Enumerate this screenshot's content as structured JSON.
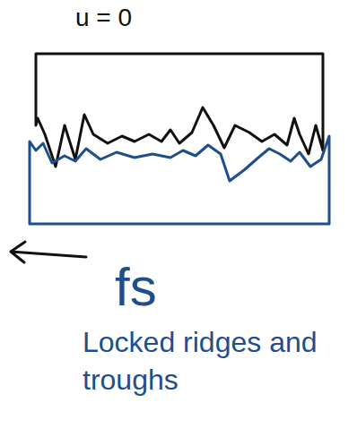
{
  "diagram": {
    "labels": [
      "u = 0",
      "fs",
      "Locked ridges and troughs"
    ]
  }
}
